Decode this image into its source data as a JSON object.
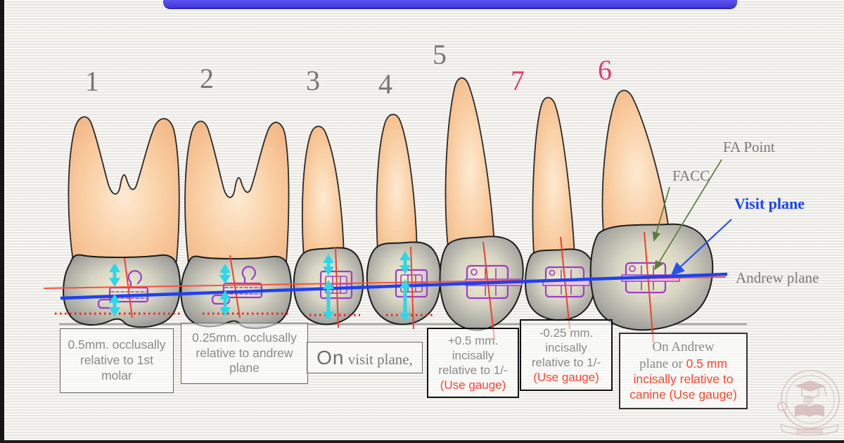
{
  "slide": {
    "description": "Bracket positioning diagram for upper teeth",
    "colors": {
      "top_bar": "#4a42e0",
      "background": "#f1f0ec",
      "number_gray": "#767676",
      "number_pink": "#e23b72",
      "annotation_gray": "#7a7a7a",
      "visit_plane_blue": "#1b43f0",
      "visit_line_blue": "#2041ee",
      "andrew_line_red": "#fa5040",
      "facc_line_red": "#f0402c",
      "accent_red": "#fc4632",
      "arrow_cyan": "#2cd8e8",
      "bracket_purple": "#9d3fc4",
      "pointer_green": "#5a7d3c",
      "tooth_root_peach": "#f8c897",
      "tooth_crown_gray": "#a8a8a2"
    }
  },
  "sequence": {
    "numbers": [
      {
        "value": "1"
      },
      {
        "value": "2"
      },
      {
        "value": "3"
      },
      {
        "value": "4"
      },
      {
        "value": "5"
      },
      {
        "value": "7"
      },
      {
        "value": "6"
      }
    ]
  },
  "annotations": {
    "fa_point": "FA Point",
    "facc": "FACC",
    "visit_plane": "Visit plane",
    "andrew_plane": "Andrew plane"
  },
  "instruction_boxes": {
    "box1": {
      "lines": [
        "0.5mm. occlusally",
        "relative to 1st",
        "molar"
      ]
    },
    "box2": {
      "lines": [
        "0.25mm. occlusally",
        "relative to andrew",
        "plane"
      ]
    },
    "box3": {
      "prefix": "On",
      "rest": " visit plane,"
    },
    "box4": {
      "lines": [
        "+0.5 mm.",
        "incisally",
        "relative to 1/-"
      ],
      "accent": "(Use gauge)"
    },
    "box5": {
      "lines": [
        "-0.25 mm.",
        "incisally",
        "relative to 1/-"
      ],
      "accent": "(Use gauge)"
    },
    "box6": {
      "serif1": "On Andrew",
      "serif2": "plane or ",
      "accent1": "0.5 mm",
      "accent2": "incisally relative to",
      "accent3": "canine (Use gauge)"
    }
  }
}
